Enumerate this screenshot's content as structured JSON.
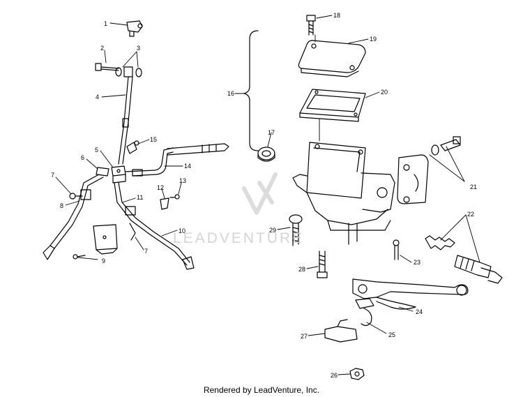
{
  "watermark_text": "LEADVENTURE",
  "footer_text": "Rendered by LeadVenture, Inc.",
  "callouts": {
    "c1": "1",
    "c2": "2",
    "c3": "3",
    "c4": "4",
    "c5": "5",
    "c6": "6",
    "c7a": "7",
    "c7b": "7",
    "c8": "8",
    "c9": "9",
    "c10": "10",
    "c11": "11",
    "c12": "12",
    "c13": "13",
    "c14": "14",
    "c15": "15",
    "c16": "16",
    "c17": "17",
    "c18": "18",
    "c19": "19",
    "c20": "20",
    "c21": "21",
    "c22": "22",
    "c23": "23",
    "c24": "24",
    "c25": "25",
    "c26": "26",
    "c27": "27",
    "c28": "28",
    "c29": "29"
  },
  "colors": {
    "line": "#000000",
    "watermark": "#d4d4d4"
  }
}
